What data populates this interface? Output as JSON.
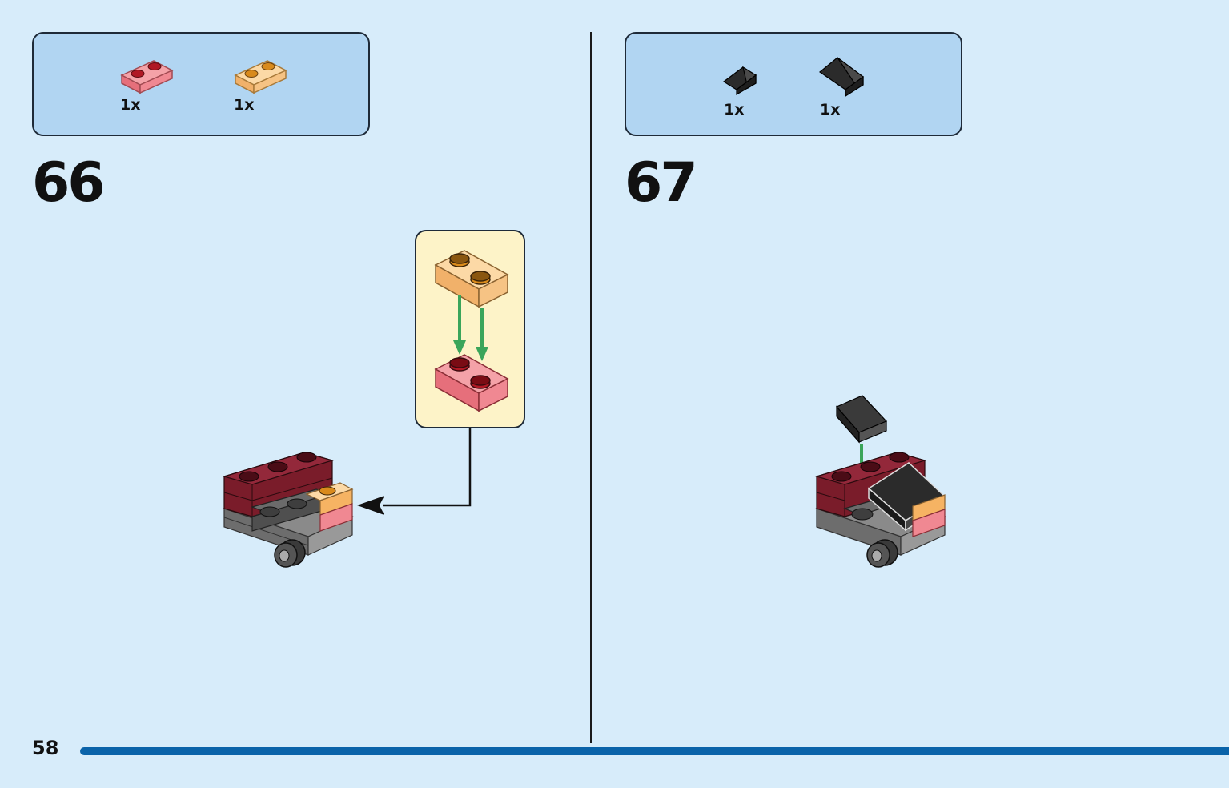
{
  "page_number": "58",
  "steps": [
    {
      "number": "66",
      "parts": [
        {
          "icon": "trans-red-plate-1x2-icon",
          "qty": "1x"
        },
        {
          "icon": "trans-orange-plate-1x2-icon",
          "qty": "1x"
        }
      ]
    },
    {
      "number": "67",
      "parts": [
        {
          "icon": "black-slope-small-icon",
          "qty": "1x"
        },
        {
          "icon": "black-slope-large-icon",
          "qty": "1x"
        }
      ]
    }
  ],
  "colors": {
    "page_background": "#d7ecfa",
    "parts_box": "#b1d5f2",
    "callout_box": "#fdf3c8",
    "page_bar": "#0a63a9",
    "arrow_green": "#3aa55a",
    "dark_red": "#7a1c2a",
    "trans_red": "#f07b86",
    "trans_orange": "#f7c98a",
    "dark_gray": "#5c5c5c",
    "black_slope": "#2b2b2b"
  }
}
